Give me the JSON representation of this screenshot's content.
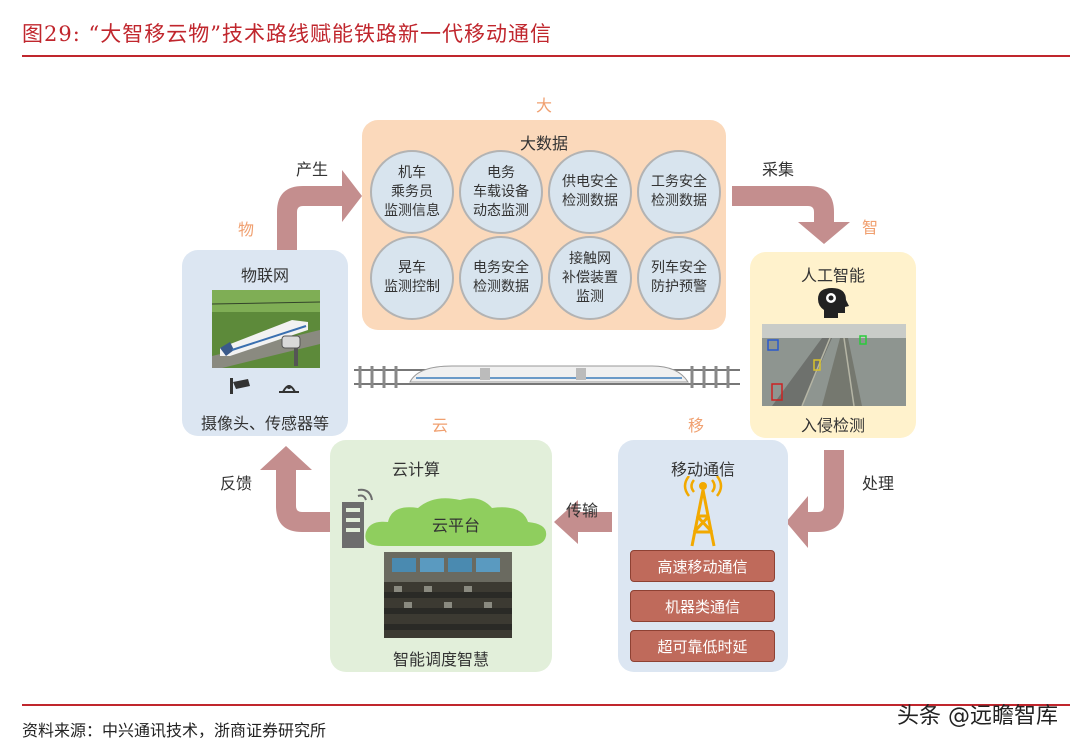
{
  "figure_title": "图29:   “大智移云物”技术路线赋能铁路新一代移动通信",
  "dimensions": {
    "da": "大",
    "zhi": "智",
    "yi": "移",
    "yun": "云",
    "wu": "物"
  },
  "flow_labels": {
    "chansheng": "产生",
    "caiji": "采集",
    "chuli": "处理",
    "chuanshu": "传输",
    "fankui": "反馈"
  },
  "big_data": {
    "title": "大数据",
    "items": [
      "机车\n乘务员\n监测信息",
      "电务\n车载设备\n动态监测",
      "供电安全\n检测数据",
      "工务安全\n检测数据",
      "晃车\n监测控制",
      "电务安全\n检测数据",
      "接触网\n补偿装置\n监测",
      "列车安全\n防护预警"
    ]
  },
  "iot": {
    "title": "物联网",
    "caption": "摄像头、传感器等"
  },
  "ai": {
    "title": "人工智能",
    "caption": "入侵检测"
  },
  "cloud": {
    "title": "云计算",
    "platform": "云平台",
    "caption": "智能调度智慧"
  },
  "mobile": {
    "title": "移动通信",
    "items": [
      "高速移动通信",
      "机器类通信",
      "超可靠低时延"
    ]
  },
  "source": "资料来源：中兴通讯技术，浙商证券研究所",
  "watermark": "头条 @远瞻智库",
  "colors": {
    "title_red": "#c0262d",
    "bigdata_bg": "#fbd9bb",
    "iot_bg": "#dce6f2",
    "ai_bg": "#fff2cc",
    "cloud_bg": "#e2efda",
    "mobile_bg": "#dce6f2",
    "arrow": "#c48e8e",
    "bar": "#bf6a5b"
  }
}
